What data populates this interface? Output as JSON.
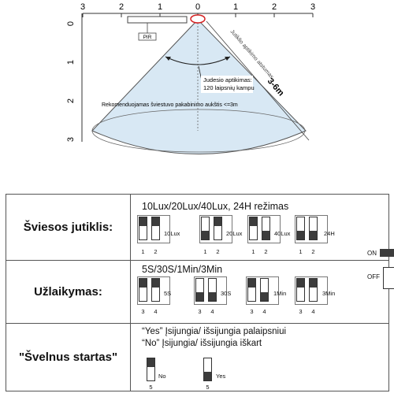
{
  "diagram": {
    "axis_top_ticks": [
      "3",
      "2",
      "1",
      "0",
      "1",
      "2",
      "3"
    ],
    "axis_left_ticks": [
      "0",
      "1",
      "2",
      "3"
    ],
    "pir_label": "PIR",
    "range_label": "Jutiklio aptikimo atstumas",
    "range_value": "3-6m",
    "angle_label_line1": "Judesio aptikimas:",
    "angle_label_line2": "120 laipsnių kampu",
    "height_label": "Rekomenduojamas šviestuvo pakabinimo aukštis <=3m"
  },
  "rows": [
    {
      "label": "Šviesos jutiklis:",
      "title": "10Lux/20Lux/40Lux,  24H  režimas",
      "groups": [
        {
          "caption": "10Lux",
          "switches": [
            {
              "num": "1",
              "state": "on"
            },
            {
              "num": "2",
              "state": "on"
            }
          ]
        },
        {
          "caption": "20Lux",
          "switches": [
            {
              "num": "1",
              "state": "off"
            },
            {
              "num": "2",
              "state": "on"
            }
          ]
        },
        {
          "caption": "40Lux",
          "switches": [
            {
              "num": "1",
              "state": "on"
            },
            {
              "num": "2",
              "state": "off"
            }
          ]
        },
        {
          "caption": "24H",
          "switches": [
            {
              "num": "1",
              "state": "off"
            },
            {
              "num": "2",
              "state": "off"
            }
          ]
        }
      ]
    },
    {
      "label": "Užlaikymas:",
      "title": "5S/30S/1Min/3Min",
      "groups": [
        {
          "caption": "5S",
          "switches": [
            {
              "num": "3",
              "state": "on"
            },
            {
              "num": "4",
              "state": "on"
            }
          ]
        },
        {
          "caption": "30S",
          "switches": [
            {
              "num": "3",
              "state": "off"
            },
            {
              "num": "4",
              "state": "off"
            }
          ]
        },
        {
          "caption": "1Min",
          "switches": [
            {
              "num": "3",
              "state": "on"
            },
            {
              "num": "4",
              "state": "off"
            }
          ]
        },
        {
          "caption": "3Min",
          "switches": [
            {
              "num": "3",
              "state": "on"
            },
            {
              "num": "4",
              "state": "on"
            }
          ]
        }
      ]
    },
    {
      "label": "\"Švelnus startas\"",
      "title_line1": "“Yes”  Įsijungia/ išsijungia palaipsniui",
      "title_line2": "“No”  Įsijungia/ išsijungia iškart",
      "groups": [
        {
          "caption": "No",
          "switches": [
            {
              "num": "5",
              "state": "on"
            }
          ]
        },
        {
          "caption": "Yes",
          "switches": [
            {
              "num": "5",
              "state": "off"
            }
          ]
        }
      ]
    }
  ],
  "legend": {
    "on_label": "ON",
    "off_label": "OFF"
  },
  "colors": {
    "cone_fill": "#d8e8f4",
    "switch_block": "#3c3c3c",
    "marker": "#d42020"
  }
}
